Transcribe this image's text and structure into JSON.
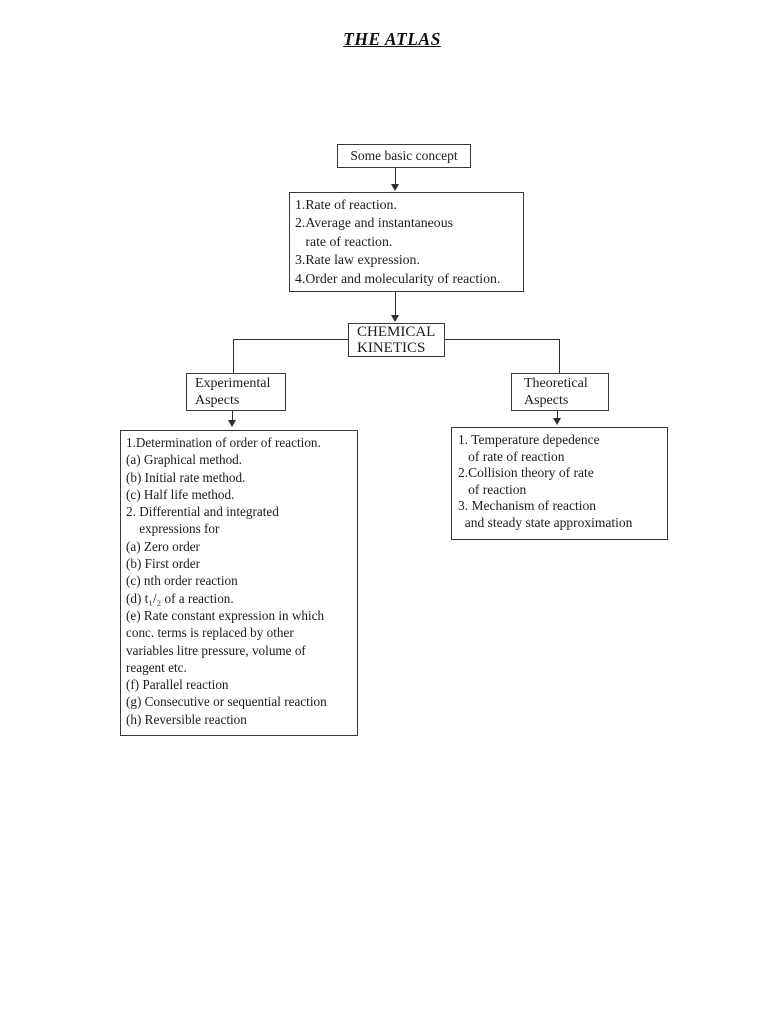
{
  "page": {
    "title": "THE ATLAS"
  },
  "colors": {
    "background": "#ffffff",
    "line": "#2e2e2e",
    "text": "#1c1c1c"
  },
  "diagram": {
    "basic_concept": {
      "label": "Some basic concept"
    },
    "basic_topics": {
      "lines": [
        "1.Rate of reaction.",
        "2.Average and instantaneous",
        "   rate of reaction.",
        "3.Rate law expression.",
        "4.Order and molecularity of reaction."
      ]
    },
    "root": {
      "line1": "CHEMICAL",
      "line2": "KINETICS"
    },
    "experimental": {
      "line1": "Experimental",
      "line2": "Aspects"
    },
    "theoretical": {
      "line1": "Theoretical",
      "line2": "Aspects"
    },
    "experimental_details": {
      "lines": [
        "1.Determination of order of reaction.",
        "(a) Graphical method.",
        "(b) Initial rate method.",
        "(c) Half life method.",
        "2. Differential and integrated",
        "    expressions for",
        "(a) Zero order",
        "(b) First order",
        "(c) nth order reaction",
        "(d) t₁/₂ of a reaction.",
        "(e) Rate constant expression in which",
        "conc. terms is replaced by other",
        "variables litre pressure, volume of",
        "reagent etc.",
        "(f) Parallel reaction",
        "(g) Consecutive or sequential reaction",
        "(h) Reversible reaction"
      ]
    },
    "theoretical_details": {
      "lines": [
        "1. Temperature depedence",
        "   of rate of reaction",
        "2.Collision theory of rate",
        "   of reaction",
        "3. Mechanism of reaction",
        "  and steady state approximation"
      ]
    }
  }
}
